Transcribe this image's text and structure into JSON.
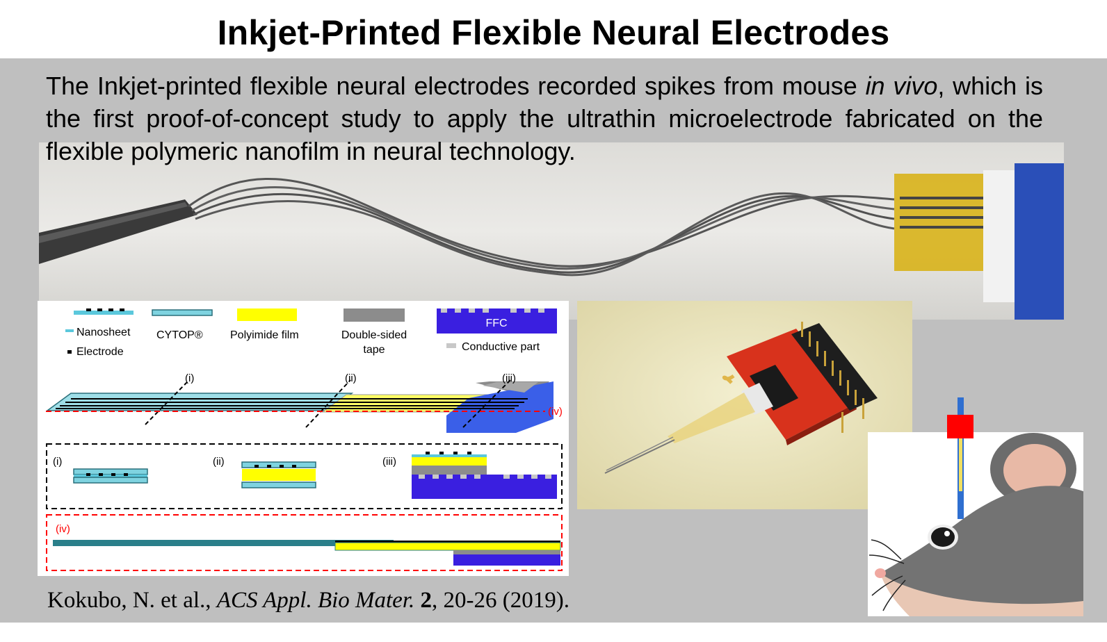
{
  "slide": {
    "title": "Inkjet-Printed Flexible Neural Electrodes",
    "summary": {
      "part1": "The Inkjet-printed flexible neural electrodes recorded spikes from mouse ",
      "italic": "in vivo",
      "part2": ", which is the first proof-of-concept study to apply the ultrathin microelectrode fabricated on the flexible polymeric nanofilm in neural technology."
    },
    "citation": {
      "authors": "Kokubo, N. et al., ",
      "journal": "ACS Appl. Bio Mater.",
      "volume": "2",
      "pages": ", 20-26 (2019)."
    }
  },
  "diagram": {
    "legend": {
      "nanosheet": "Nanosheet",
      "electrode": "Electrode",
      "cytop": "CYTOP®",
      "polyimide": "Polyimide film",
      "tape_line1": "Double-sided",
      "tape_line2": "tape",
      "ffc": "FFC",
      "conductive": "Conductive part"
    },
    "markers": {
      "i": "(i)",
      "ii": "(ii)",
      "iii": "(iii)",
      "iv": "(iv)"
    }
  },
  "colors": {
    "nanosheet": "#5bc8dc",
    "cytop": "#7fd3e0",
    "polyimide": "#ffff00",
    "tape": "#8c8c8c",
    "ffc": "#3a1fe0",
    "conductive": "#c8c8c8",
    "section_cut": "#ff0000",
    "board": "#d8321c",
    "band": "#bfbfbf"
  },
  "icons": [
    "electrode-photo",
    "pcb-connector-photo",
    "mouse-illustration"
  ]
}
